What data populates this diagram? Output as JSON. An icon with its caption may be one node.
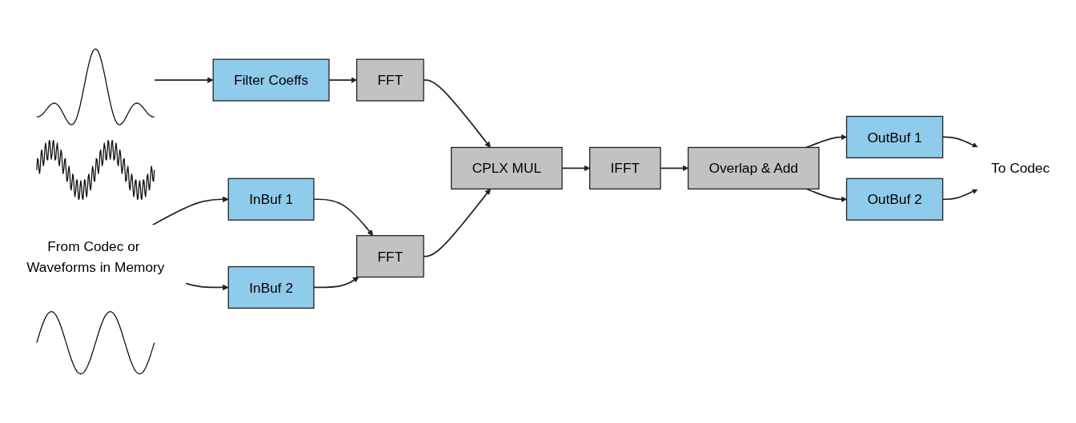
{
  "diagram": {
    "nodes": [
      {
        "text": [],
        "shape": "picture"
      },
      {
        "text": [
          "Filter Coeffs"
        ]
      },
      {
        "text": [
          "FFT"
        ]
      },
      {
        "text": [],
        "shape": "picture"
      },
      {
        "text": [
          "From Codec or Waveforms in Memory"
        ]
      },
      {
        "text": [
          "InBuf 1"
        ]
      },
      {
        "text": [
          "InBuf 2"
        ]
      },
      {
        "text": [
          "FFT"
        ]
      },
      {
        "text": [
          "CPLX MUL"
        ]
      },
      {
        "text": [
          "IFFT"
        ]
      },
      {
        "text": [
          "Overlap & Add"
        ]
      },
      {
        "text": [
          "OutBuf 1"
        ]
      },
      {
        "text": [
          "OutBuf 2"
        ]
      },
      {
        "text": [],
        "shape": "picture"
      },
      {
        "text": [
          "To Codec"
        ]
      }
    ],
    "edges": [
      {
        "from": 0,
        "to": 1,
        "arrow": "to"
      },
      {
        "from": 1,
        "to": 2,
        "arrow": "to"
      },
      {
        "from": 2,
        "to": 8,
        "arrow": "to"
      },
      {
        "from": 4,
        "to": 5,
        "arrow": "to"
      },
      {
        "from": 4,
        "to": 6,
        "arrow": "to"
      },
      {
        "from": 5,
        "to": 7,
        "arrow": "to"
      },
      {
        "from": 6,
        "to": 7,
        "arrow": "to"
      },
      {
        "from": 7,
        "to": 8,
        "arrow": "to"
      },
      {
        "from": 8,
        "to": 9,
        "arrow": "to"
      },
      {
        "from": 9,
        "to": 10,
        "arrow": "to"
      },
      {
        "from": 10,
        "to": 11,
        "arrow": "to"
      },
      {
        "from": 10,
        "to": 12,
        "arrow": "to"
      },
      {
        "from": 11,
        "to": 14,
        "arrow": "to"
      },
      {
        "from": 12,
        "to": 14,
        "arrow": "to"
      }
    ]
  }
}
